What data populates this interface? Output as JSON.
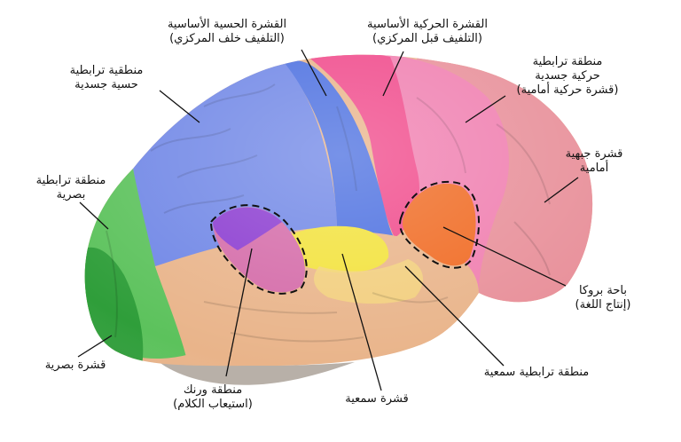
{
  "labels": {
    "primary_somatosensory": {
      "line1": "القشرة الحسية الأساسية",
      "line2": "(التلفيف خلف المركزي)"
    },
    "primary_motor": {
      "line1": "القشرة الحركية الأساسية",
      "line2": "(التلفيف قبل المركزي)"
    },
    "somatosensory_association": {
      "line1": "منطقية ترابطية",
      "line2": "حسية جسدية"
    },
    "motor_association": {
      "line1": "منطقة ترابطية",
      "line2": "حركية جسدية",
      "line3": "(قشرة حركية أمامية)"
    },
    "prefrontal": {
      "line1": "قشرة جبهية",
      "line2": "أمامية"
    },
    "visual_association": {
      "line1": "منطقة ترابطية",
      "line2": "بصرية"
    },
    "broca": {
      "line1": "باحة بروكا",
      "line2": "(إنتاج اللغة)"
    },
    "visual_cortex": {
      "line1": "قشرة بصرية"
    },
    "wernicke": {
      "line1": "منطقة ورنك",
      "line2": "(استيعاب الكلام)"
    },
    "auditory_cortex": {
      "line1": "قشرة سمعية"
    },
    "auditory_association": {
      "line1": "منطقة ترابطية سمعية"
    }
  },
  "region_colors": {
    "somatosensory_association": "#6f86e6",
    "primary_somatosensory": "#4a6ee0",
    "primary_motor": "#f0488a",
    "motor_association": "#f07fb0",
    "prefrontal": "#e8909a",
    "visual_association": "#5cc25c",
    "visual_cortex": "#2f9e3a",
    "temporal": "#e9b48a",
    "auditory_cortex": "#f2e23a",
    "wernicke": "#d46aa8",
    "wernicke_overlap": "#8a3ad0",
    "broca": "#f06a22",
    "cerebellum": "#b8b0a8"
  }
}
